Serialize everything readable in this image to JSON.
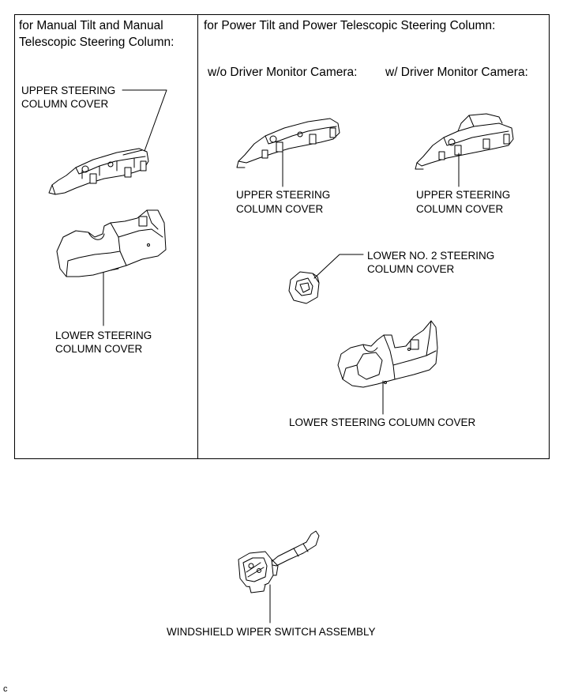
{
  "manual_panel": {
    "heading_line1": "for Manual Tilt and Manual",
    "heading_line2": "Telescopic Steering Column:",
    "upper_cover_line1": "UPPER STEERING",
    "upper_cover_line2": "COLUMN COVER",
    "lower_cover_line1": "LOWER STEERING",
    "lower_cover_line2": "COLUMN COVER"
  },
  "power_panel": {
    "heading": "for Power Tilt and Power Telescopic Steering Column:",
    "without_camera": "w/o Driver Monitor Camera:",
    "with_camera": "w/ Driver Monitor Camera:",
    "upper_cover_a_line1": "UPPER STEERING",
    "upper_cover_a_line2": "COLUMN COVER",
    "upper_cover_b_line1": "UPPER STEERING",
    "upper_cover_b_line2": "COLUMN COVER",
    "lower_no2_line1": "LOWER NO. 2 STEERING",
    "lower_no2_line2": "COLUMN COVER",
    "lower_cover": "LOWER STEERING COLUMN COVER"
  },
  "wiper": {
    "label": "WINDSHIELD WIPER SWITCH ASSEMBLY"
  },
  "corner_mark": "c"
}
